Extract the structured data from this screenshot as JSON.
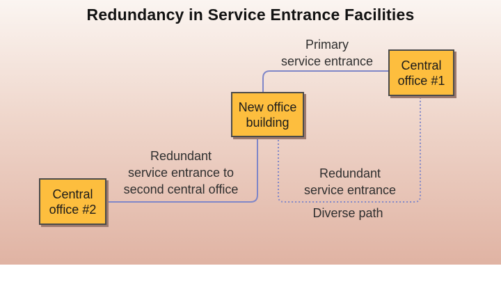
{
  "title": "Redundancy in Service Entrance Facilities",
  "nodes": {
    "central_office_1": "Central\noffice #1",
    "new_office_building": "New office\nbuilding",
    "central_office_2": "Central\noffice #2"
  },
  "labels": {
    "primary": "Primary\nservice entrance",
    "redundant_second": "Redundant\nservice entrance to\nsecond central office",
    "redundant_diverse": "Redundant\nservice entrance",
    "diverse_path": "Diverse path"
  },
  "colors": {
    "node_fill": "#fdbe3e",
    "link_line": "#7f86c8"
  }
}
